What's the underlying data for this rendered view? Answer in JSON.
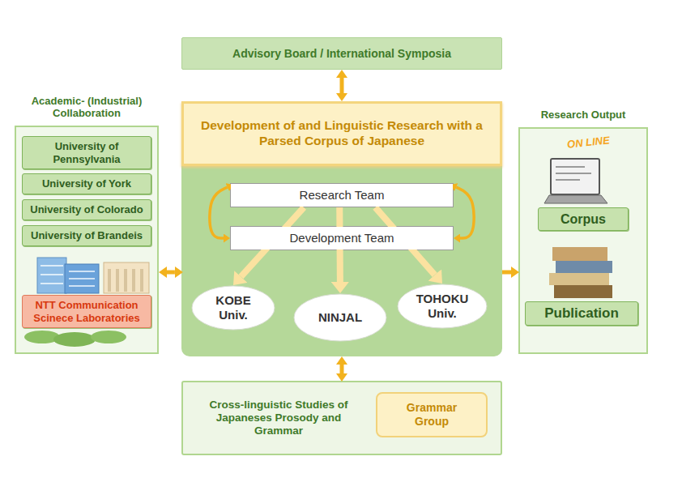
{
  "diagram": {
    "nodes": [
      {
        "text": [
          "Advisory Board / International Symposia"
        ]
      },
      {
        "text": [
          "Academic- (Industrial) Collaboration"
        ]
      },
      {
        "text": [
          "University of Pennsylvania"
        ],
        "in": 1
      },
      {
        "text": [
          "University of York"
        ],
        "in": 1
      },
      {
        "text": [
          "University of Colorado"
        ],
        "in": 1
      },
      {
        "text": [
          "University of Brandeis"
        ],
        "in": 1
      },
      {
        "text": [
          "NTT Communication Scinece Laboratories"
        ],
        "in": 1
      },
      {
        "text": [
          "Development of and Linguistic Research with a Parsed Corpus of Japanese"
        ]
      },
      {
        "text": [
          "Research Team"
        ],
        "in": 7
      },
      {
        "text": [
          "Development Team"
        ],
        "in": 7
      },
      {
        "text": [
          "KOBE Univ."
        ],
        "in": 7
      },
      {
        "text": [
          "NINJAL"
        ],
        "in": 7
      },
      {
        "text": [
          "TOHOKU Univ."
        ],
        "in": 7
      },
      {
        "text": [
          "Research Output"
        ]
      },
      {
        "text": [
          "Corpus"
        ],
        "in": 13
      },
      {
        "text": [
          "Publication"
        ],
        "in": 13
      },
      {
        "text": [
          "Cross-linguistic Studies of Japaneses Prosody and Grammar"
        ]
      },
      {
        "text": [
          "Grammar Group"
        ],
        "in": 16
      }
    ],
    "edges": [
      {
        "from": 0,
        "to": 7,
        "arrow": "both"
      },
      {
        "from": 1,
        "to": 7,
        "arrow": "both"
      },
      {
        "from": 7,
        "to": 13,
        "arrow": "to"
      },
      {
        "from": 7,
        "to": 16,
        "arrow": "both"
      },
      {
        "from": 8,
        "to": 9,
        "arrow": "both"
      },
      {
        "from": 8,
        "to": 9,
        "arrow": "both"
      },
      {
        "from": 8,
        "to": 10,
        "arrow": "to"
      },
      {
        "from": 8,
        "to": 11,
        "arrow": "to"
      },
      {
        "from": 8,
        "to": 12,
        "arrow": "to"
      }
    ],
    "labels": [
      "ON LINE"
    ]
  }
}
